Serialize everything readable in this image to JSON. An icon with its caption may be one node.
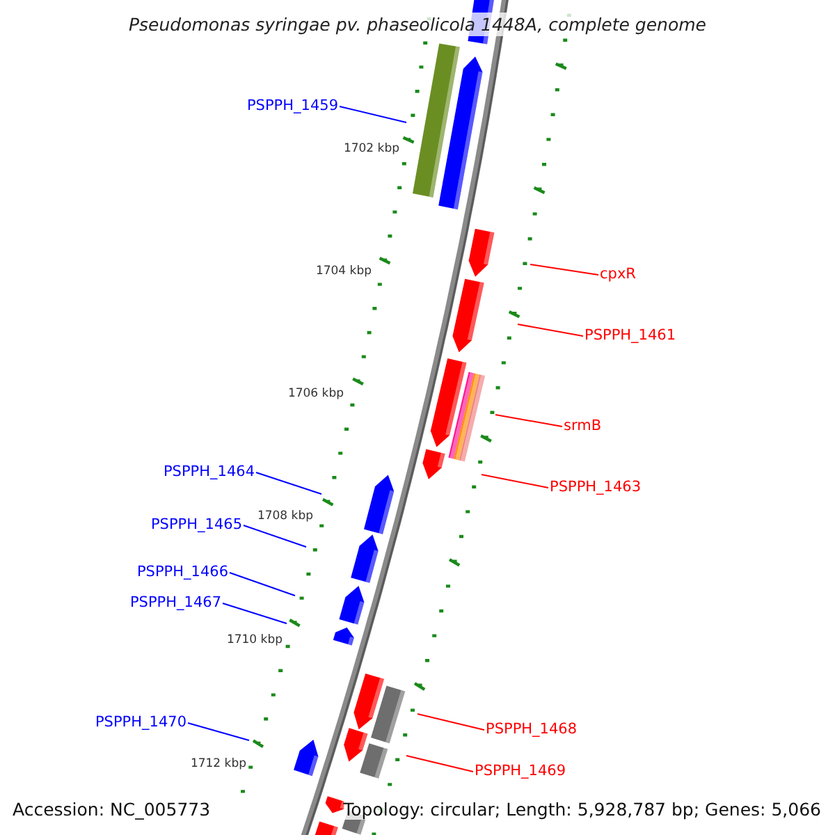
{
  "diagram": {
    "title": "Pseudomonas syringae pv. phaseolicola 1448A, complete genome",
    "nodes": [
      {
        "text": [
          "PSPPH_1459"
        ]
      },
      {
        "text": [
          "cpxR"
        ]
      },
      {
        "text": [
          "PSPPH_1461"
        ]
      },
      {
        "text": [
          "srmB"
        ]
      },
      {
        "text": [
          "PSPPH_1464"
        ]
      },
      {
        "text": [
          "PSPPH_1463"
        ]
      },
      {
        "text": [
          "PSPPH_1465"
        ]
      },
      {
        "text": [
          "PSPPH_1466"
        ]
      },
      {
        "text": [
          "PSPPH_1467"
        ]
      },
      {
        "text": [
          "PSPPH_1470"
        ]
      },
      {
        "text": [
          "PSPPH_1468"
        ]
      },
      {
        "text": [
          "PSPPH_1469"
        ]
      }
    ],
    "edges": [
      {
        "from": 0,
        "to": null,
        "arrow": "none",
        "color": "#0000ff"
      },
      {
        "from": 1,
        "to": null,
        "arrow": "none",
        "color": "#ff0000"
      },
      {
        "from": 2,
        "to": null,
        "arrow": "none",
        "color": "#ff0000"
      },
      {
        "from": 3,
        "to": null,
        "arrow": "none",
        "color": "#ff0000"
      },
      {
        "from": 4,
        "to": null,
        "arrow": "none",
        "color": "#0000ff"
      },
      {
        "from": 5,
        "to": null,
        "arrow": "none",
        "color": "#ff0000"
      },
      {
        "from": 6,
        "to": null,
        "arrow": "none",
        "color": "#0000ff"
      },
      {
        "from": 7,
        "to": null,
        "arrow": "none",
        "color": "#0000ff"
      },
      {
        "from": 8,
        "to": null,
        "arrow": "none",
        "color": "#0000ff"
      },
      {
        "from": 9,
        "to": null,
        "arrow": "none",
        "color": "#0000ff"
      },
      {
        "from": 10,
        "to": null,
        "arrow": "none",
        "color": "#ff0000"
      },
      {
        "from": 11,
        "to": null,
        "arrow": "none",
        "color": "#ff0000"
      }
    ],
    "labels": [
      "1702 kbp",
      "1704 kbp",
      "1706 kbp",
      "1708 kbp",
      "1710 kbp",
      "1712 kbp",
      "Accession: NC_005773",
      "Topology: circular; Length: 5,928,787 bp; Genes: 5,066"
    ]
  }
}
